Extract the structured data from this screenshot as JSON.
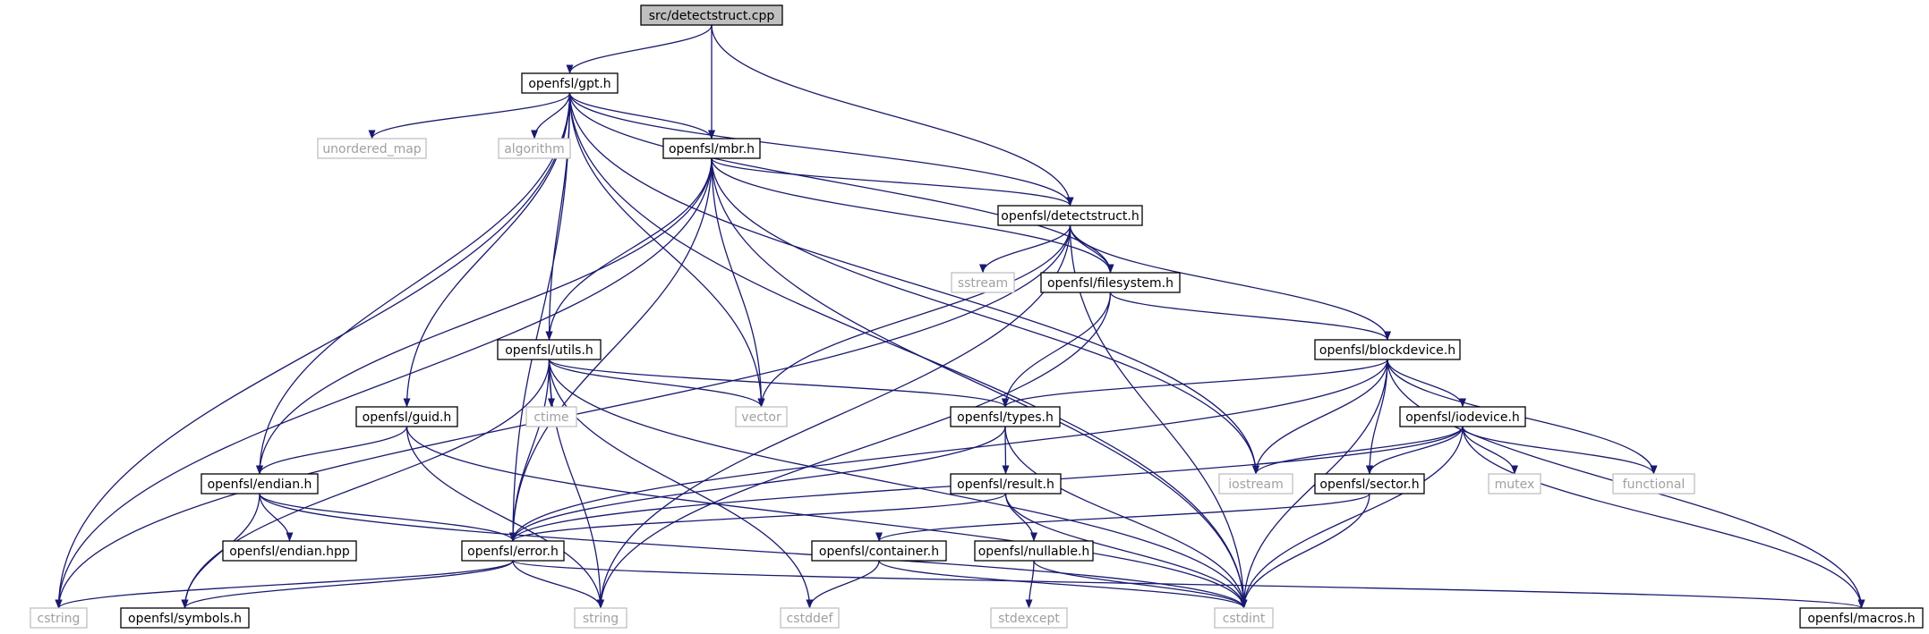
{
  "colors": {
    "edge": "#191970",
    "node_border": "#000000",
    "node_border_external": "#bfbfbf",
    "node_fill": "#ffffff",
    "root_fill": "#bfbfbf",
    "label": "#000000",
    "label_external": "#a0a0a0"
  },
  "nodes": [
    {
      "id": "root",
      "label": "src/detectstruct.cpp",
      "kind": "root"
    },
    {
      "id": "gpt",
      "label": "openfsl/gpt.h",
      "kind": "internal"
    },
    {
      "id": "unordered_map",
      "label": "unordered_map",
      "kind": "external"
    },
    {
      "id": "algorithm",
      "label": "algorithm",
      "kind": "external"
    },
    {
      "id": "mbr",
      "label": "openfsl/mbr.h",
      "kind": "internal"
    },
    {
      "id": "detectstruct",
      "label": "openfsl/detectstruct.h",
      "kind": "internal"
    },
    {
      "id": "sstream",
      "label": "sstream",
      "kind": "external"
    },
    {
      "id": "filesystem",
      "label": "openfsl/filesystem.h",
      "kind": "internal"
    },
    {
      "id": "utils",
      "label": "openfsl/utils.h",
      "kind": "internal"
    },
    {
      "id": "blockdevice",
      "label": "openfsl/blockdevice.h",
      "kind": "internal"
    },
    {
      "id": "ctime",
      "label": "ctime",
      "kind": "external"
    },
    {
      "id": "vector",
      "label": "vector",
      "kind": "external"
    },
    {
      "id": "guid",
      "label": "openfsl/guid.h",
      "kind": "internal"
    },
    {
      "id": "types",
      "label": "openfsl/types.h",
      "kind": "internal"
    },
    {
      "id": "iodevice",
      "label": "openfsl/iodevice.h",
      "kind": "internal"
    },
    {
      "id": "endian",
      "label": "openfsl/endian.h",
      "kind": "internal"
    },
    {
      "id": "result",
      "label": "openfsl/result.h",
      "kind": "internal"
    },
    {
      "id": "iostream",
      "label": "iostream",
      "kind": "external"
    },
    {
      "id": "sector",
      "label": "openfsl/sector.h",
      "kind": "internal"
    },
    {
      "id": "mutex",
      "label": "mutex",
      "kind": "external"
    },
    {
      "id": "functional",
      "label": "functional",
      "kind": "external"
    },
    {
      "id": "endianhpp",
      "label": "openfsl/endian.hpp",
      "kind": "internal"
    },
    {
      "id": "error",
      "label": "openfsl/error.h",
      "kind": "internal"
    },
    {
      "id": "container",
      "label": "openfsl/container.h",
      "kind": "internal"
    },
    {
      "id": "nullable",
      "label": "openfsl/nullable.h",
      "kind": "internal"
    },
    {
      "id": "cstring",
      "label": "cstring",
      "kind": "external"
    },
    {
      "id": "symbols",
      "label": "openfsl/symbols.h",
      "kind": "internal"
    },
    {
      "id": "string",
      "label": "string",
      "kind": "external"
    },
    {
      "id": "cstddef",
      "label": "cstddef",
      "kind": "external"
    },
    {
      "id": "stdexcept",
      "label": "stdexcept",
      "kind": "external"
    },
    {
      "id": "cstdint",
      "label": "cstdint",
      "kind": "external"
    },
    {
      "id": "macros",
      "label": "openfsl/macros.h",
      "kind": "internal"
    }
  ],
  "edges": [
    [
      "root",
      "gpt"
    ],
    [
      "root",
      "mbr"
    ],
    [
      "root",
      "detectstruct"
    ],
    [
      "gpt",
      "unordered_map"
    ],
    [
      "gpt",
      "algorithm"
    ],
    [
      "gpt",
      "mbr"
    ],
    [
      "gpt",
      "detectstruct"
    ],
    [
      "gpt",
      "filesystem"
    ],
    [
      "gpt",
      "utils"
    ],
    [
      "gpt",
      "vector"
    ],
    [
      "gpt",
      "guid"
    ],
    [
      "gpt",
      "endian"
    ],
    [
      "gpt",
      "error"
    ],
    [
      "gpt",
      "cstring"
    ],
    [
      "gpt",
      "iostream"
    ],
    [
      "gpt",
      "cstdint"
    ],
    [
      "mbr",
      "detectstruct"
    ],
    [
      "mbr",
      "filesystem"
    ],
    [
      "mbr",
      "utils"
    ],
    [
      "mbr",
      "vector"
    ],
    [
      "mbr",
      "endian"
    ],
    [
      "mbr",
      "error"
    ],
    [
      "mbr",
      "cstring"
    ],
    [
      "mbr",
      "iostream"
    ],
    [
      "mbr",
      "cstdint"
    ],
    [
      "detectstruct",
      "sstream"
    ],
    [
      "detectstruct",
      "filesystem"
    ],
    [
      "detectstruct",
      "blockdevice"
    ],
    [
      "detectstruct",
      "vector"
    ],
    [
      "detectstruct",
      "cstring"
    ],
    [
      "detectstruct",
      "string"
    ],
    [
      "detectstruct",
      "cstdint"
    ],
    [
      "filesystem",
      "blockdevice"
    ],
    [
      "filesystem",
      "types"
    ],
    [
      "filesystem",
      "string"
    ],
    [
      "utils",
      "ctime"
    ],
    [
      "utils",
      "vector"
    ],
    [
      "utils",
      "types"
    ],
    [
      "utils",
      "error"
    ],
    [
      "utils",
      "symbols"
    ],
    [
      "utils",
      "string"
    ],
    [
      "utils",
      "cstddef"
    ],
    [
      "utils",
      "cstdint"
    ],
    [
      "blockdevice",
      "types"
    ],
    [
      "blockdevice",
      "iodevice"
    ],
    [
      "blockdevice",
      "sector"
    ],
    [
      "blockdevice",
      "iostream"
    ],
    [
      "blockdevice",
      "functional"
    ],
    [
      "blockdevice",
      "error"
    ],
    [
      "blockdevice",
      "cstdint"
    ],
    [
      "blockdevice",
      "macros"
    ],
    [
      "guid",
      "endian"
    ],
    [
      "guid",
      "string"
    ],
    [
      "guid",
      "cstdint"
    ],
    [
      "types",
      "result"
    ],
    [
      "types",
      "error"
    ],
    [
      "types",
      "cstdint"
    ],
    [
      "iodevice",
      "sector"
    ],
    [
      "iodevice",
      "iostream"
    ],
    [
      "iodevice",
      "mutex"
    ],
    [
      "iodevice",
      "functional"
    ],
    [
      "iodevice",
      "error"
    ],
    [
      "iodevice",
      "cstdint"
    ],
    [
      "iodevice",
      "macros"
    ],
    [
      "endian",
      "endianhpp"
    ],
    [
      "endian",
      "error"
    ],
    [
      "endian",
      "symbols"
    ],
    [
      "endian",
      "cstdint"
    ],
    [
      "result",
      "nullable"
    ],
    [
      "result",
      "error"
    ],
    [
      "result",
      "cstdint"
    ],
    [
      "sector",
      "container"
    ],
    [
      "sector",
      "cstdint"
    ],
    [
      "error",
      "cstring"
    ],
    [
      "error",
      "symbols"
    ],
    [
      "error",
      "string"
    ],
    [
      "error",
      "macros"
    ],
    [
      "container",
      "cstddef"
    ],
    [
      "container",
      "cstdint"
    ],
    [
      "nullable",
      "stdexcept"
    ],
    [
      "nullable",
      "cstdint"
    ]
  ]
}
